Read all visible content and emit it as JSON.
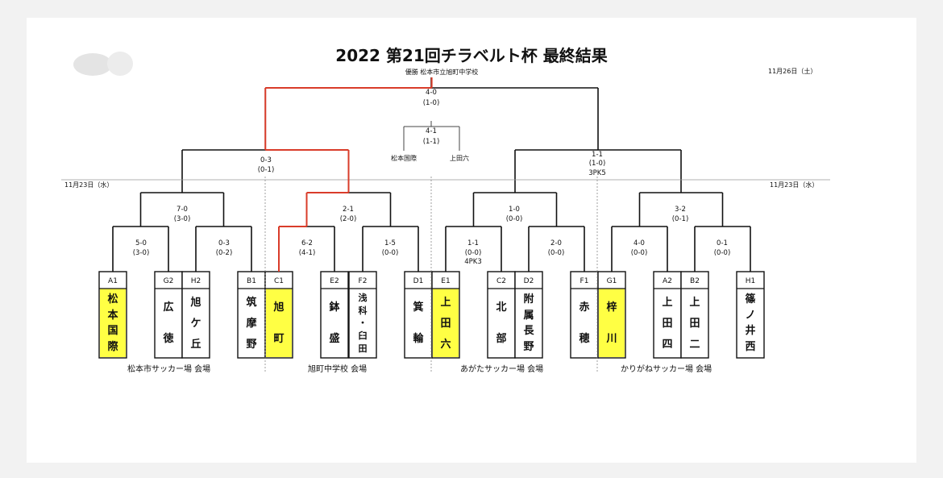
{
  "header": {
    "title": "2022 第21回チラベルト杯 最終結果",
    "champion": "優勝 松本市立旭町中学校",
    "final_date": "11月26日（土）",
    "round1_date_left": "11月23日（水）",
    "round1_date_right": "11月23日（水）"
  },
  "scores": {
    "final": [
      "4-0",
      "(1-0)"
    ],
    "third_place": [
      "4-1",
      "(1-1)"
    ],
    "third_place_teams": [
      "松本国際",
      "上田六"
    ],
    "semi_left": [
      "0-3",
      "(0-1)"
    ],
    "semi_right": [
      "1-1",
      "(1-0)",
      "3PK5"
    ],
    "qf": [
      [
        "7-0",
        "(3-0)"
      ],
      [
        "2-1",
        "(2-0)"
      ],
      [
        "1-0",
        "(0-0)"
      ],
      [
        "3-2",
        "(0-1)"
      ]
    ],
    "r1": [
      [
        "5-0",
        "(3-0)"
      ],
      [
        "0-3",
        "(0-2)"
      ],
      [
        "6-2",
        "(4-1)"
      ],
      [
        "1-5",
        "(0-0)"
      ],
      [
        "1-1",
        "(0-0)",
        "4PK3"
      ],
      [
        "2-0",
        "(0-0)"
      ],
      [
        "4-0",
        "(0-0)"
      ],
      [
        "0-1",
        "(0-0)"
      ]
    ]
  },
  "teams": [
    {
      "code": "A1",
      "name": [
        "松",
        "本",
        "国",
        "際"
      ],
      "highlight": true
    },
    {
      "code": "G2",
      "name": [
        "広",
        "徳"
      ],
      "highlight": false
    },
    {
      "code": "H2",
      "name": [
        "旭",
        "ケ",
        "丘"
      ],
      "highlight": false
    },
    {
      "code": "B1",
      "name": [
        "筑",
        "摩",
        "野"
      ],
      "highlight": false
    },
    {
      "code": "C1",
      "name": [
        "旭",
        "町"
      ],
      "highlight": true
    },
    {
      "code": "E2",
      "name": [
        "鉢",
        "盛"
      ],
      "highlight": false
    },
    {
      "code": "F2",
      "name": [
        "浅",
        "科",
        "・",
        "臼",
        "田"
      ],
      "highlight": false
    },
    {
      "code": "D1",
      "name": [
        "箕",
        "輪"
      ],
      "highlight": false
    },
    {
      "code": "E1",
      "name": [
        "上",
        "田",
        "六"
      ],
      "highlight": true
    },
    {
      "code": "C2",
      "name": [
        "北",
        "部"
      ],
      "highlight": false
    },
    {
      "code": "D2",
      "name": [
        "附",
        "属",
        "長",
        "野"
      ],
      "highlight": false
    },
    {
      "code": "F1",
      "name": [
        "赤",
        "穂"
      ],
      "highlight": false
    },
    {
      "code": "G1",
      "name": [
        "梓",
        "川"
      ],
      "highlight": true
    },
    {
      "code": "A2",
      "name": [
        "上",
        "田",
        "四"
      ],
      "highlight": false
    },
    {
      "code": "B2",
      "name": [
        "上",
        "田",
        "二"
      ],
      "highlight": false
    },
    {
      "code": "H1",
      "name": [
        "篠",
        "ノ",
        "井",
        "西"
      ],
      "highlight": false
    }
  ],
  "venues": [
    "松本市サッカー場 会場",
    "旭町中学校 会場",
    "あがたサッカー場 会場",
    "かりがねサッカー場 会場"
  ],
  "colors": {
    "highlight": "#ffff44",
    "winner_path": "#d93c2a",
    "line": "#111111"
  }
}
